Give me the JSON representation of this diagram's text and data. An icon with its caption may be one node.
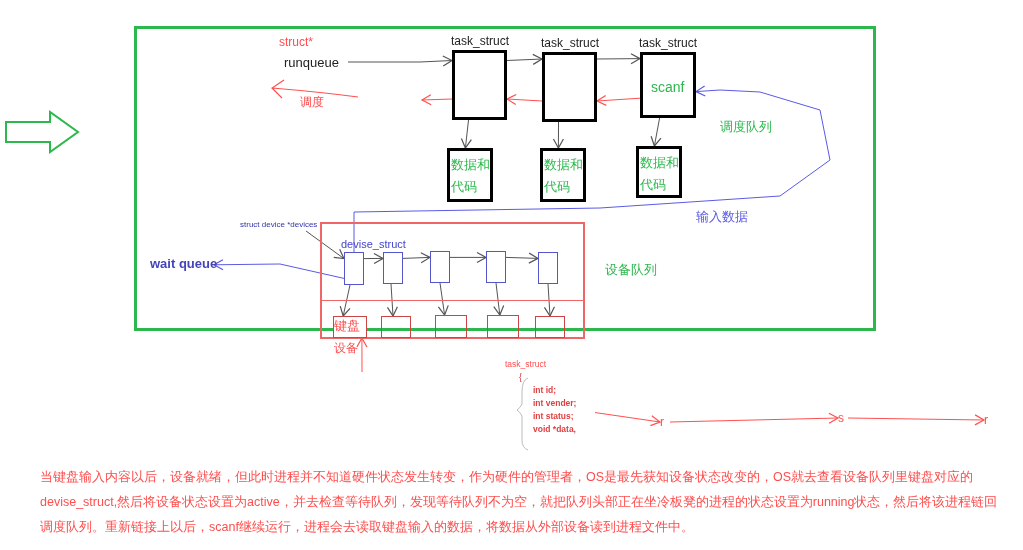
{
  "diagram": {
    "caption": "当键盘输入内容以后，设备就绪，但此时进程并不知道硬件状态发生转变，作为硬件的管理者，OS是最先获知设备状态改变的，OS就去查看设备队列里键盘对应的devise_struct,然后将设备状态设置为active，并去检查等待队列，发现等待队列不为空，就把队列头部正在坐冷板凳的进程的状态设置为running状态，然后将该进程链回调度队列。重新链接上以后，scanf继续运行，进程会去读取键盘输入的数据，将数据从外部设备读到进程文件中。",
    "nodes": [
      {
        "text": [],
        "shape": "box"
      },
      {
        "text": [
          "runqueue"
        ],
        "in": 0
      },
      {
        "text": [
          "task_struct"
        ],
        "in": 0
      },
      {
        "text": [
          "task_struct"
        ],
        "in": 0
      },
      {
        "text": [
          "task_struct",
          "scanf"
        ],
        "in": 0
      },
      {
        "text": [
          "数据和代码"
        ],
        "in": 0
      },
      {
        "text": [
          "数据和代码"
        ],
        "in": 0
      },
      {
        "text": [
          "数据和代码"
        ],
        "in": 0
      },
      {
        "text": [],
        "shape": "box",
        "beside": [
          "设备队列"
        ]
      },
      {
        "text": [
          "struct device *devices"
        ],
        "in": 0
      },
      {
        "text": [
          "devise_struct"
        ],
        "in": 8
      },
      {
        "text": [],
        "shape": "box",
        "in": 8
      },
      {
        "text": [],
        "shape": "box",
        "in": 8
      },
      {
        "text": [],
        "shape": "box",
        "in": 8
      },
      {
        "text": [],
        "shape": "box",
        "in": 8
      },
      {
        "text": [
          "键盘"
        ],
        "in": 8,
        "beside": [
          "设备"
        ]
      },
      {
        "text": [],
        "shape": "box",
        "in": 8
      },
      {
        "text": [],
        "shape": "box",
        "in": 8
      },
      {
        "text": [],
        "shape": "box",
        "in": 8
      },
      {
        "text": [],
        "shape": "box",
        "in": 8
      },
      {
        "text": [
          "wait queue"
        ],
        "in": 0
      },
      {
        "text": [
          "task_struct",
          "{",
          "int id;",
          "int vender;",
          "int status;",
          "void *data,"
        ]
      },
      {
        "text": [
          "r"
        ]
      },
      {
        "text": [
          "s"
        ]
      },
      {
        "text": [
          "r"
        ]
      }
    ],
    "edges": [
      {
        "from": 1,
        "to": 2,
        "arrow": "to"
      },
      {
        "from": 2,
        "to": 3,
        "arrow": "to"
      },
      {
        "from": 3,
        "to": 4,
        "arrow": "to"
      },
      {
        "from": 3,
        "to": 2,
        "arrow": "to",
        "color": "#ff5050"
      },
      {
        "from": 4,
        "to": 3,
        "arrow": "to",
        "color": "#ff5050"
      },
      {
        "from": 2,
        "to": null,
        "arrow": "to",
        "color": "#ff5050"
      },
      {
        "from": 2,
        "to": 5,
        "arrow": "to"
      },
      {
        "from": 3,
        "to": 6,
        "arrow": "to"
      },
      {
        "from": 4,
        "to": 7,
        "arrow": "to"
      },
      {
        "from": 9,
        "to": 10,
        "arrow": "to"
      },
      {
        "from": 10,
        "to": 11,
        "arrow": "to"
      },
      {
        "from": 11,
        "to": 12,
        "arrow": "to"
      },
      {
        "from": 12,
        "to": 13,
        "arrow": "to"
      },
      {
        "from": 13,
        "to": 14,
        "arrow": "to"
      },
      {
        "from": 10,
        "to": 15,
        "arrow": "to"
      },
      {
        "from": 11,
        "to": 16,
        "arrow": "to"
      },
      {
        "from": 12,
        "to": 17,
        "arrow": "to"
      },
      {
        "from": 13,
        "to": 18,
        "arrow": "to"
      },
      {
        "from": 14,
        "to": 19,
        "arrow": "to"
      },
      {
        "from": 10,
        "to": 20,
        "arrow": "to",
        "color": "#5a5ae6"
      },
      {
        "from": 10,
        "to": 4,
        "arrow": "to",
        "label": "输入数据",
        "color": "#5a5ae6"
      },
      {
        "from": null,
        "to": 15,
        "arrow": "to",
        "color": "#ff5050"
      },
      {
        "from": 21,
        "to": 22,
        "arrow": "to",
        "color": "#ff5050"
      },
      {
        "from": 22,
        "to": 23,
        "arrow": "to",
        "color": "#ff5050"
      },
      {
        "from": 23,
        "to": 24,
        "arrow": "to",
        "color": "#ff5050"
      }
    ],
    "labels": [
      "struct*",
      "调度",
      "调度队列"
    ]
  }
}
